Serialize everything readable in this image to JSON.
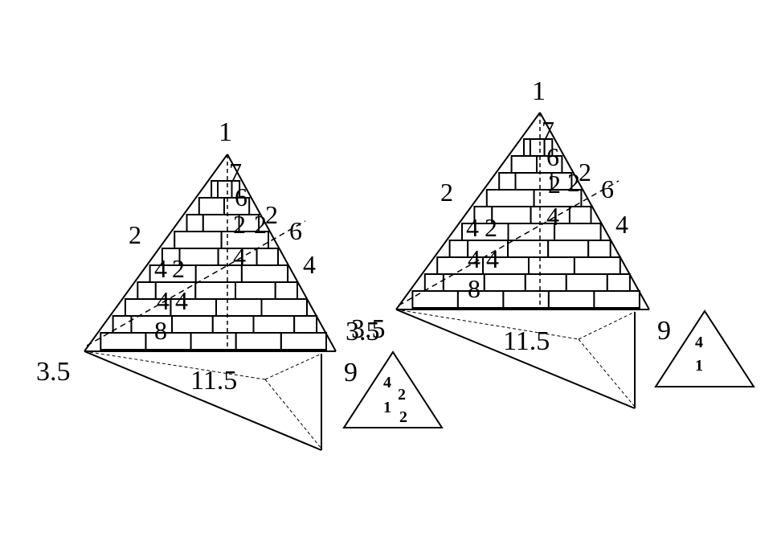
{
  "figures": [
    {
      "apex_label": "1",
      "left_base_label": "3.5",
      "right_base_label": "9",
      "right_top_label": "3.5",
      "base_label": "11.5",
      "inner_labels": [
        "7",
        "6",
        "2",
        "2",
        "2",
        "6",
        "2",
        "4",
        "4",
        "4",
        "2",
        "4",
        "4",
        "8"
      ],
      "mini_triangle": [
        "4",
        "2",
        "1",
        "2"
      ]
    },
    {
      "apex_label": "1",
      "left_base_label": "3.5",
      "right_base_label": "9",
      "base_label": "11.5",
      "inner_labels": [
        "7",
        "6",
        "2",
        "2",
        "2",
        "6",
        "2",
        "4",
        "4",
        "4",
        "2",
        "4",
        "4",
        "8"
      ],
      "mini_triangle": [
        "4",
        "1"
      ]
    }
  ]
}
